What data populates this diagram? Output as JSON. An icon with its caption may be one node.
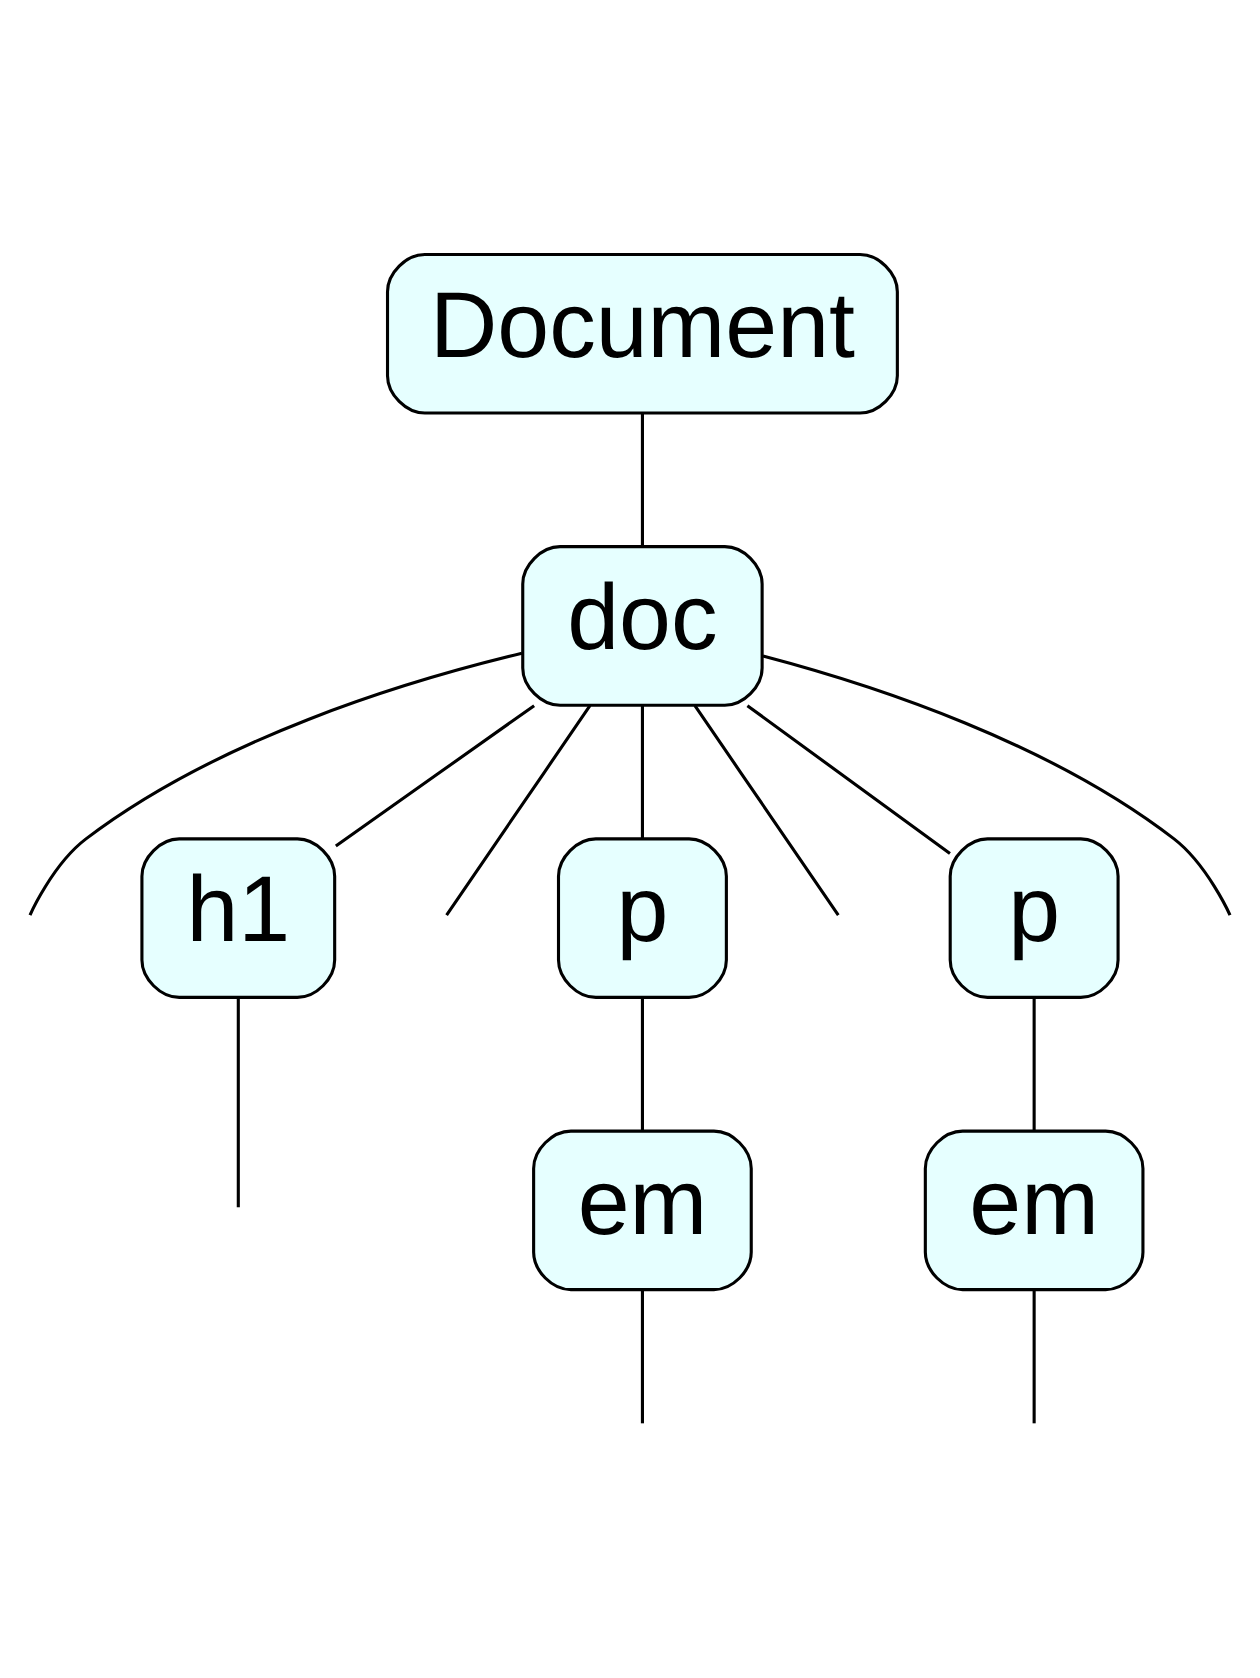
{
  "diagram": {
    "nodes": [
      {
        "text": [
          "Document"
        ]
      },
      {
        "text": [
          "doc"
        ]
      },
      {
        "text": [
          "h1"
        ]
      },
      {
        "text": [
          "p"
        ]
      },
      {
        "text": [
          "p"
        ]
      },
      {
        "text": [
          "em"
        ]
      },
      {
        "text": [
          "em"
        ]
      }
    ],
    "edges": [
      {
        "from": 0,
        "to": 1,
        "arrow": "none"
      },
      {
        "from": 1,
        "to": null,
        "arrow": "none"
      },
      {
        "from": 1,
        "to": 2,
        "arrow": "none"
      },
      {
        "from": 1,
        "to": null,
        "arrow": "none"
      },
      {
        "from": 1,
        "to": 3,
        "arrow": "none"
      },
      {
        "from": 1,
        "to": null,
        "arrow": "none"
      },
      {
        "from": 1,
        "to": 4,
        "arrow": "none"
      },
      {
        "from": 1,
        "to": null,
        "arrow": "none"
      },
      {
        "from": 2,
        "to": null,
        "arrow": "none"
      },
      {
        "from": 3,
        "to": 5,
        "arrow": "none"
      },
      {
        "from": 4,
        "to": 6,
        "arrow": "none"
      },
      {
        "from": 5,
        "to": null,
        "arrow": "none"
      },
      {
        "from": 6,
        "to": null,
        "arrow": "none"
      }
    ]
  }
}
